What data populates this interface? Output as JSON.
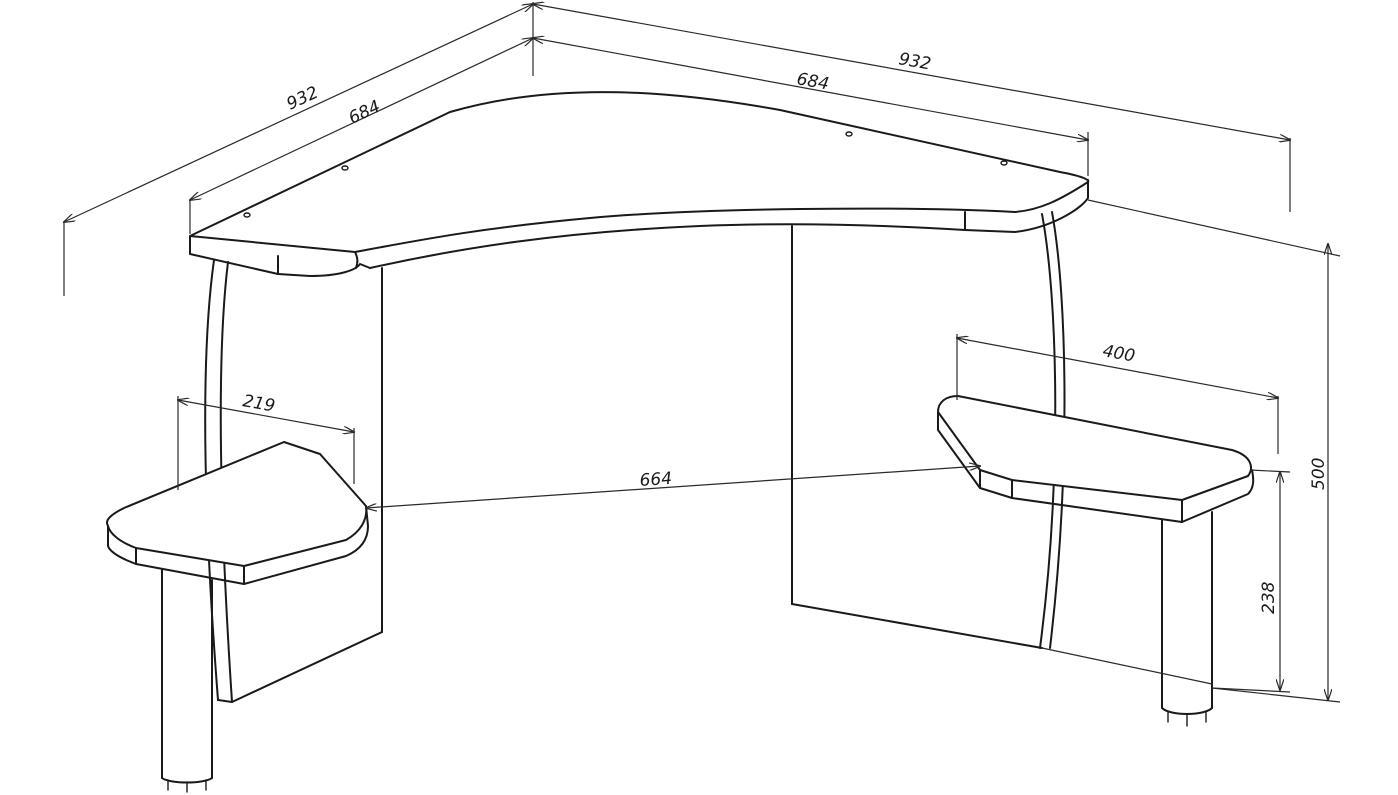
{
  "dimensions": {
    "top_outer_left": "932",
    "top_inner_left": "684",
    "top_outer_right": "932",
    "top_inner_right": "684",
    "left_shelf_width": "219",
    "right_shelf_width": "400",
    "shelf_span": "664",
    "total_height": "500",
    "shelf_height": "238"
  }
}
